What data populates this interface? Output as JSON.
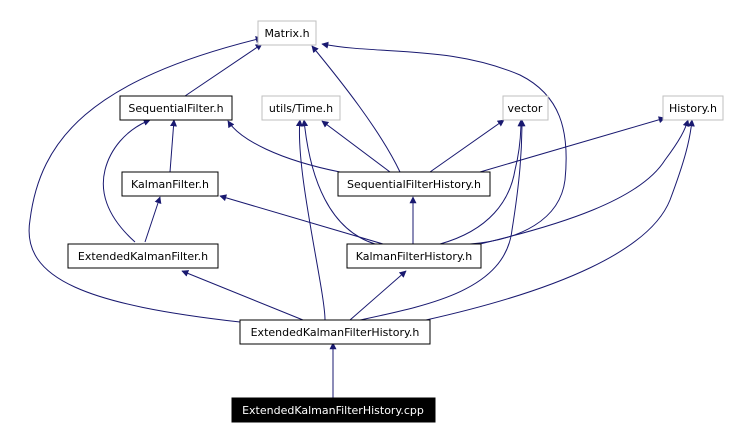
{
  "colors": {
    "background": "#ffffff",
    "edge": "#191970",
    "border_project": "#000000",
    "border_external": "#bfbfbf",
    "root_fill": "#000000",
    "root_text": "#ffffff",
    "node_fill": "#ffffff",
    "node_text": "#000000"
  },
  "nodes": [
    {
      "id": "root",
      "label": "ExtendedKalmanFilterHistory.cpp",
      "kind": "root"
    },
    {
      "id": "ekfh",
      "label": "ExtendedKalmanFilterHistory.h",
      "kind": "project"
    },
    {
      "id": "ekf",
      "label": "ExtendedKalmanFilter.h",
      "kind": "project"
    },
    {
      "id": "kfh",
      "label": "KalmanFilterHistory.h",
      "kind": "project"
    },
    {
      "id": "kf",
      "label": "KalmanFilter.h",
      "kind": "project"
    },
    {
      "id": "sfh",
      "label": "SequentialFilterHistory.h",
      "kind": "project"
    },
    {
      "id": "sf",
      "label": "SequentialFilter.h",
      "kind": "project"
    },
    {
      "id": "matrix",
      "label": "Matrix.h",
      "kind": "external"
    },
    {
      "id": "time",
      "label": "utils/Time.h",
      "kind": "external"
    },
    {
      "id": "vector",
      "label": "vector",
      "kind": "external"
    },
    {
      "id": "history",
      "label": "History.h",
      "kind": "external"
    }
  ],
  "edges": [
    {
      "from": "root",
      "to": "ekfh"
    },
    {
      "from": "ekfh",
      "to": "ekf"
    },
    {
      "from": "ekfh",
      "to": "kfh"
    },
    {
      "from": "ekfh",
      "to": "matrix"
    },
    {
      "from": "ekfh",
      "to": "time"
    },
    {
      "from": "ekfh",
      "to": "vector"
    },
    {
      "from": "ekfh",
      "to": "history"
    },
    {
      "from": "ekf",
      "to": "kf"
    },
    {
      "from": "ekf",
      "to": "sf"
    },
    {
      "from": "kfh",
      "to": "kf"
    },
    {
      "from": "kfh",
      "to": "sfh"
    },
    {
      "from": "kfh",
      "to": "matrix"
    },
    {
      "from": "kfh",
      "to": "time"
    },
    {
      "from": "kfh",
      "to": "vector"
    },
    {
      "from": "kfh",
      "to": "history"
    },
    {
      "from": "kf",
      "to": "sf"
    },
    {
      "from": "sfh",
      "to": "sf"
    },
    {
      "from": "sfh",
      "to": "matrix"
    },
    {
      "from": "sfh",
      "to": "time"
    },
    {
      "from": "sfh",
      "to": "vector"
    },
    {
      "from": "sfh",
      "to": "history"
    },
    {
      "from": "sf",
      "to": "matrix"
    }
  ]
}
